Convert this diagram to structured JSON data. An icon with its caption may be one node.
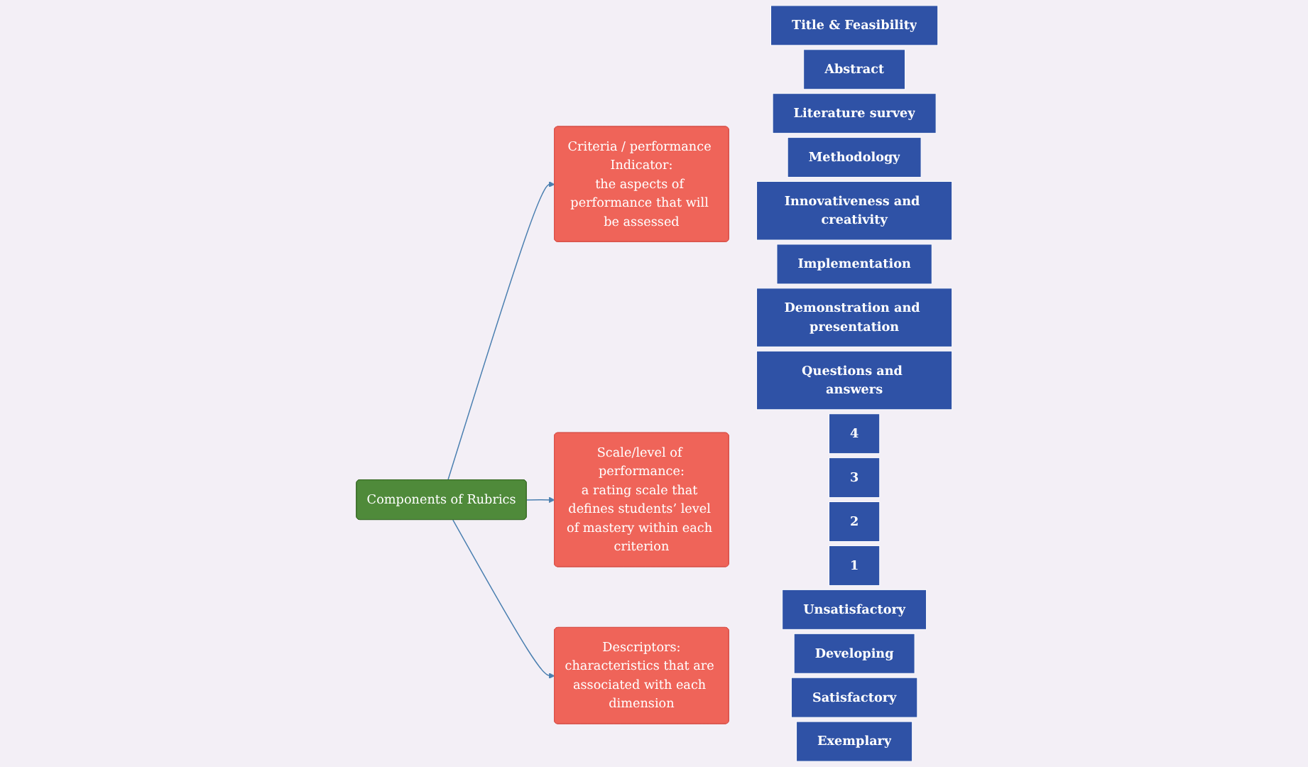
{
  "diagram": {
    "nodes": [
      {
        "text": [
          "Components of Rubrics"
        ]
      },
      {
        "text": [
          "Criteria / performance Indicator:",
          "the aspects of performance that will be assessed"
        ]
      },
      {
        "text": [
          "Title & Feasibility"
        ]
      },
      {
        "text": [
          "Abstract"
        ]
      },
      {
        "text": [
          "Literature survey"
        ]
      },
      {
        "text": [
          "Methodology"
        ]
      },
      {
        "text": [
          "Innovativeness and creativity"
        ]
      },
      {
        "text": [
          "Implementation"
        ]
      },
      {
        "text": [
          "Demonstration and presentation"
        ]
      },
      {
        "text": [
          "Questions and answers"
        ]
      },
      {
        "text": [
          "Scale/level of performance:",
          "a rating scale that defines students’ level of mastery within each criterion"
        ]
      },
      {
        "text": [
          "4"
        ]
      },
      {
        "text": [
          "3"
        ]
      },
      {
        "text": [
          "2"
        ]
      },
      {
        "text": [
          "1"
        ]
      },
      {
        "text": [
          "Descriptors:",
          "characteristics that are associated with each dimension"
        ]
      },
      {
        "text": [
          "Unsatisfactory"
        ]
      },
      {
        "text": [
          "Developing"
        ]
      },
      {
        "text": [
          "Satisfactory"
        ]
      },
      {
        "text": [
          "Exemplary"
        ]
      }
    ],
    "edges": [
      {
        "from": 0,
        "to": 1,
        "arrow": "to"
      },
      {
        "from": 0,
        "to": 10,
        "arrow": "to"
      },
      {
        "from": 0,
        "to": 15,
        "arrow": "to"
      }
    ]
  }
}
